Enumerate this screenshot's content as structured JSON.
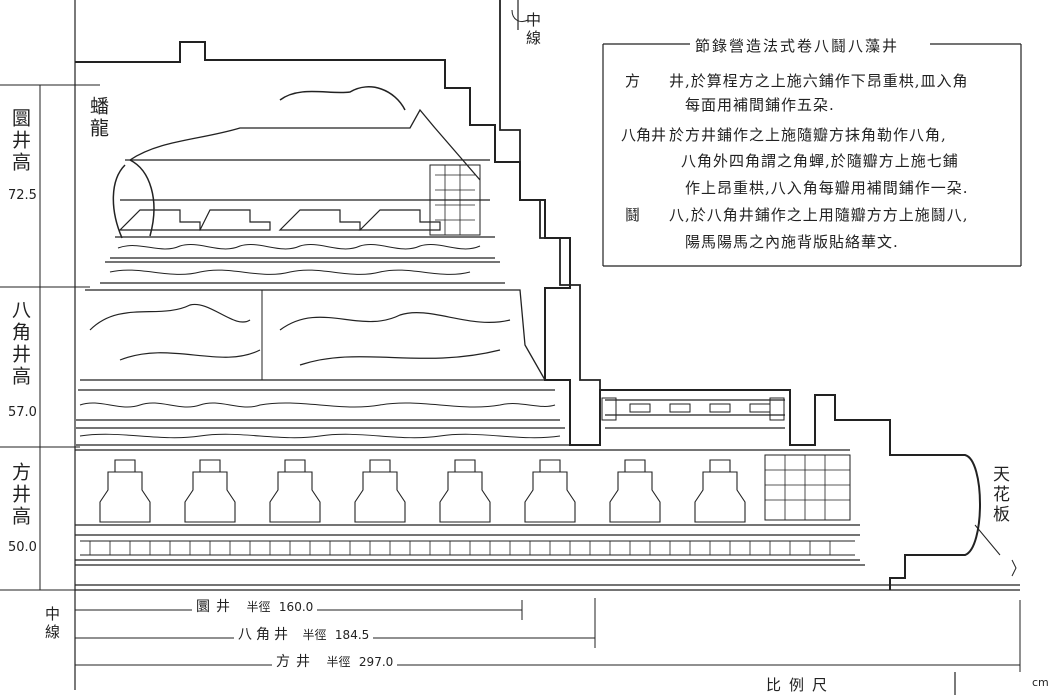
{
  "center_line_label": "中線",
  "dragon_label": "蟠龍",
  "heights": [
    {
      "label": "圜井高",
      "value": "72.5"
    },
    {
      "label": "八角井高",
      "value": "57.0"
    },
    {
      "label": "方井高",
      "value": "50.0"
    }
  ],
  "ceiling_label": "天花板",
  "note": {
    "title": "節錄營造法式卷八鬪八藻井",
    "items": [
      {
        "label": "方",
        "lines": [
          "井,於算桯方之上施六鋪作下昂重栱,皿入角",
          "每面用補間鋪作五朶."
        ]
      },
      {
        "label": "八角井",
        "lines": [
          "於方井鋪作之上施隨瓣方抹角勒作八角,",
          "八角外四角謂之角蟬,於隨瓣方上施七鋪",
          "作上昂重栱,八入角每瓣用補間鋪作一朶."
        ]
      },
      {
        "label": "鬪",
        "lines": [
          "八,於八角井鋪作之上用隨瓣方方上施鬪八,",
          "陽馬陽馬之內施背版貼絡華文."
        ]
      }
    ]
  },
  "radii": [
    {
      "name": "圜井",
      "label": "半徑",
      "value": "160.0"
    },
    {
      "name": "八角井",
      "label": "半徑",
      "value": "184.5"
    },
    {
      "name": "方井",
      "label": "半徑",
      "value": "297.0"
    }
  ],
  "scale_label": "比例尺",
  "unit": "cm"
}
